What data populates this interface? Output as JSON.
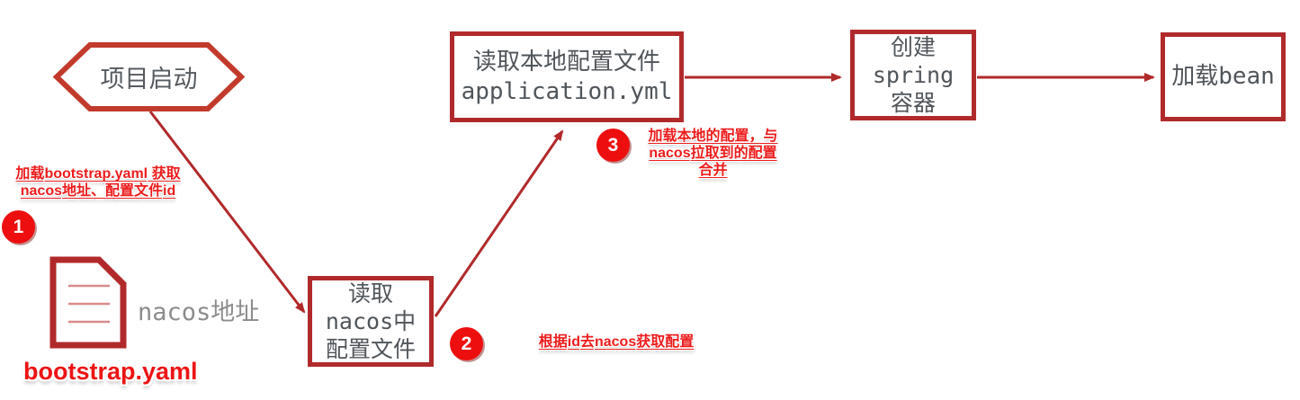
{
  "colors": {
    "shape_border": "#B12A2B",
    "hexagon_border": "#C23A2B",
    "shape_text": "#50555A",
    "arrow": "#B12A2B",
    "badge_bg": "#ED0F0F",
    "annotation_text": "#ED1C1C",
    "file_caption_text": "#8C8C8C",
    "doc_icon_lines": "#D98A8A"
  },
  "nodes": {
    "start": {
      "label": "项目启动"
    },
    "read_local": {
      "line1": "读取本地配置文件",
      "line2": "application.yml"
    },
    "create_spring": {
      "line1": "创建",
      "line2": "spring",
      "line3": "容器"
    },
    "load_bean": {
      "label": "加载bean"
    },
    "read_nacos": {
      "line1": "读取",
      "line2": "nacos中",
      "line3": "配置文件"
    }
  },
  "file": {
    "icon": "document-icon",
    "caption": "nacos地址",
    "filename": "bootstrap.yaml"
  },
  "steps": {
    "step1": {
      "badge": "1",
      "l1a": "加载",
      "l1b": "bootstrap.yaml",
      "l1c": " 获取",
      "l2a": "nacos",
      "l2b": "地址、配置文件",
      "l2c": "id"
    },
    "step2": {
      "badge": "2",
      "a": "根据",
      "b": "id",
      "c": "去",
      "d": "nacos",
      "e": "获取配置"
    },
    "step3": {
      "badge": "3",
      "l1": "加载本地的配置，与",
      "l2a": "nacos",
      "l2b": "拉取到的配置",
      "l3": "合并"
    }
  }
}
